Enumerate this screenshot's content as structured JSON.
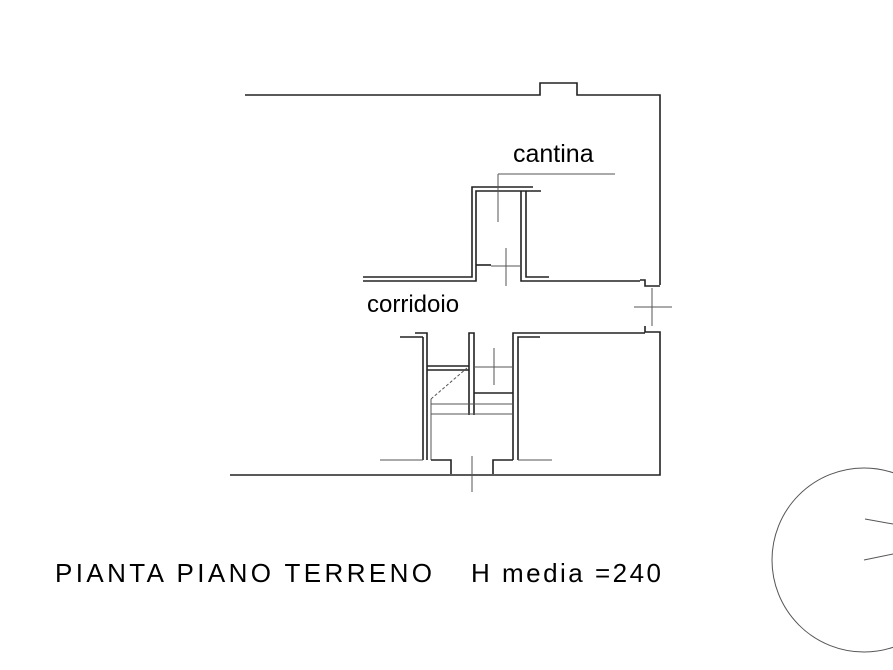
{
  "rooms": {
    "cantina": "cantina",
    "corridoio": "corridoio"
  },
  "caption": {
    "title": "PIANTA PIANO TERRENO",
    "height_note": "H media =240"
  },
  "colors": {
    "lines": "#222222",
    "background": "#ffffff"
  }
}
